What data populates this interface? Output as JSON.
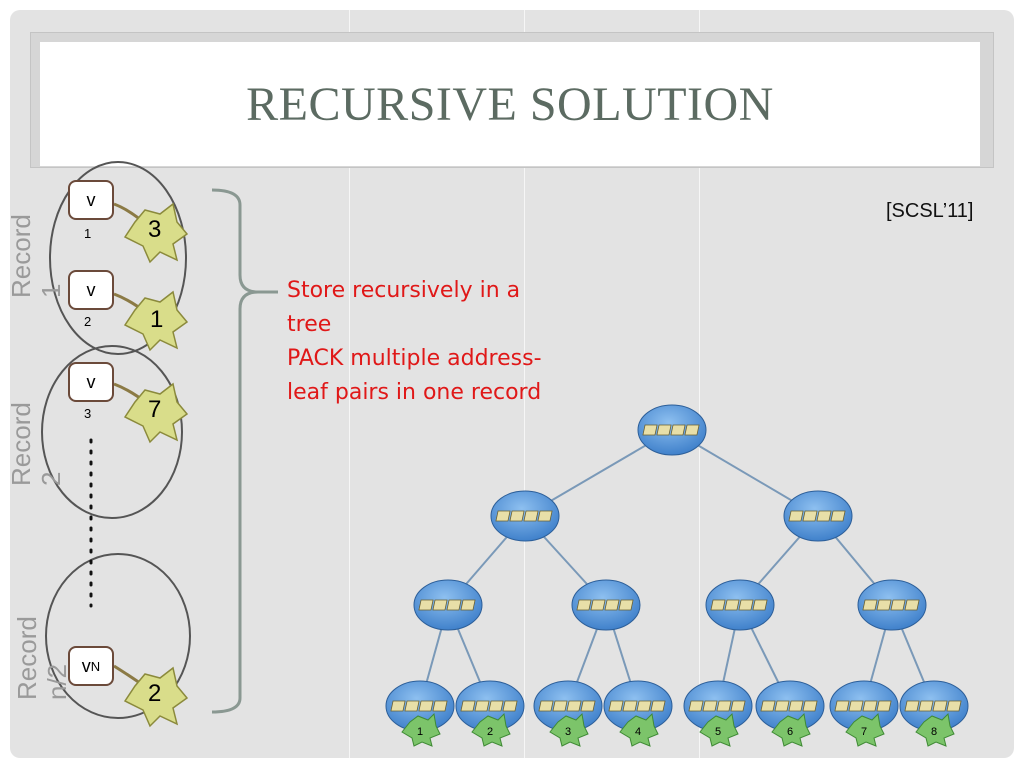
{
  "slide": {
    "title": "RECURSIVE SOLUTION",
    "citation": "[SCSL’11]",
    "body_lines": [
      "Store recursively in a",
      "tree",
      "PACK multiple address-",
      "leaf pairs in one record"
    ]
  },
  "records": [
    {
      "label": "Record",
      "sub": "1"
    },
    {
      "label": "Record",
      "sub": "2"
    },
    {
      "label": "Record",
      "sub": "n/2"
    }
  ],
  "vertices": [
    {
      "name": "v",
      "sub": "1",
      "leaf": "3"
    },
    {
      "name": "v",
      "sub": "2",
      "leaf": "1"
    },
    {
      "name": "v",
      "sub": "3",
      "leaf": "7"
    },
    {
      "name": "v",
      "sub": "N",
      "leaf": "2"
    }
  ],
  "tree": {
    "leaf_labels": [
      "1",
      "2",
      "3",
      "4",
      "5",
      "6",
      "7",
      "8"
    ]
  },
  "colors": {
    "title": "#5c6b62",
    "body_text": "#e01818",
    "node_fill": "#4a8fd6",
    "leaf_fill": "#d9dd8a",
    "tree_leaf_fill": "#7cc46a"
  }
}
